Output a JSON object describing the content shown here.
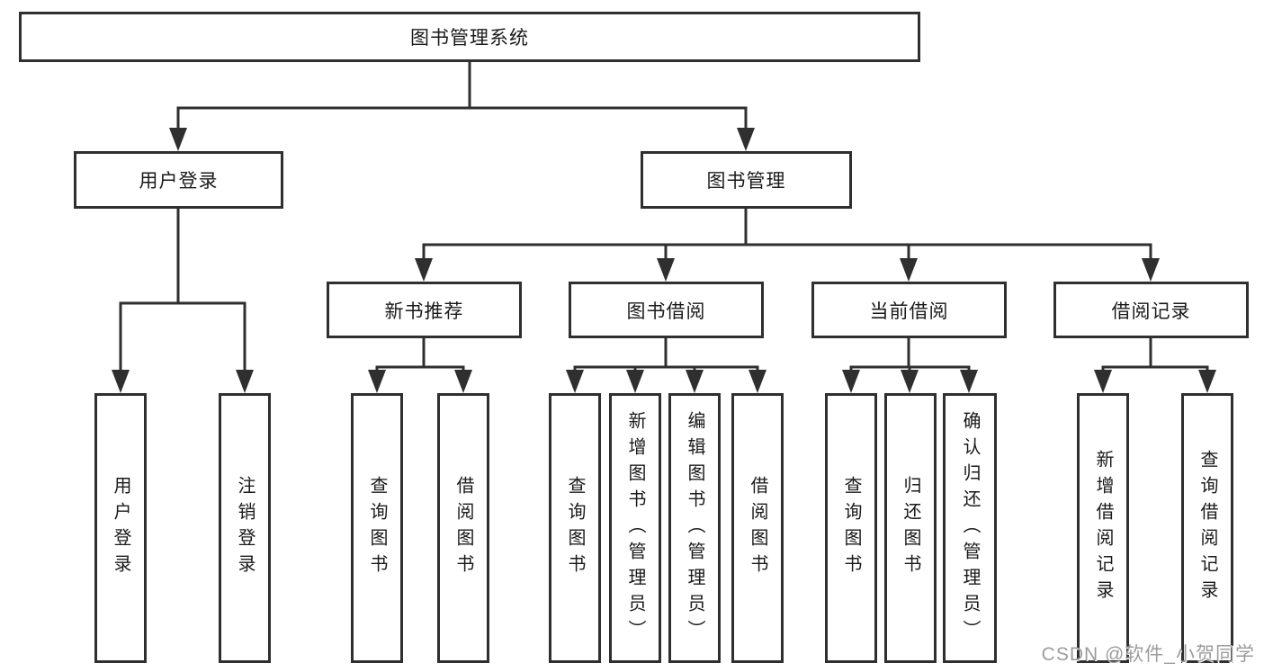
{
  "root": {
    "label": "图书管理系统"
  },
  "level2": [
    {
      "label": "用户登录"
    },
    {
      "label": "图书管理"
    }
  ],
  "level3": [
    {
      "label": "新书推荐"
    },
    {
      "label": "图书借阅"
    },
    {
      "label": "当前借阅"
    },
    {
      "label": "借阅记录"
    }
  ],
  "level4": [
    {
      "label": "用户登录"
    },
    {
      "label": "注销登录"
    },
    {
      "label": "查询图书"
    },
    {
      "label": "借阅图书"
    },
    {
      "label": "查询图书"
    },
    {
      "label": "新增图书（管理员）"
    },
    {
      "label": "编辑图书（管理员）"
    },
    {
      "label": "借阅图书"
    },
    {
      "label": "查询图书"
    },
    {
      "label": "归还图书"
    },
    {
      "label": "确认归还（管理员）"
    },
    {
      "label": "新增借阅记录"
    },
    {
      "label": "查询借阅记录"
    }
  ],
  "watermark": "CSDN @软件_小贺同学",
  "colors": {
    "line": "#2f2f2f",
    "text": "#1a1a1a",
    "watermark": "#9c9c9c",
    "background": "#ffffff"
  }
}
